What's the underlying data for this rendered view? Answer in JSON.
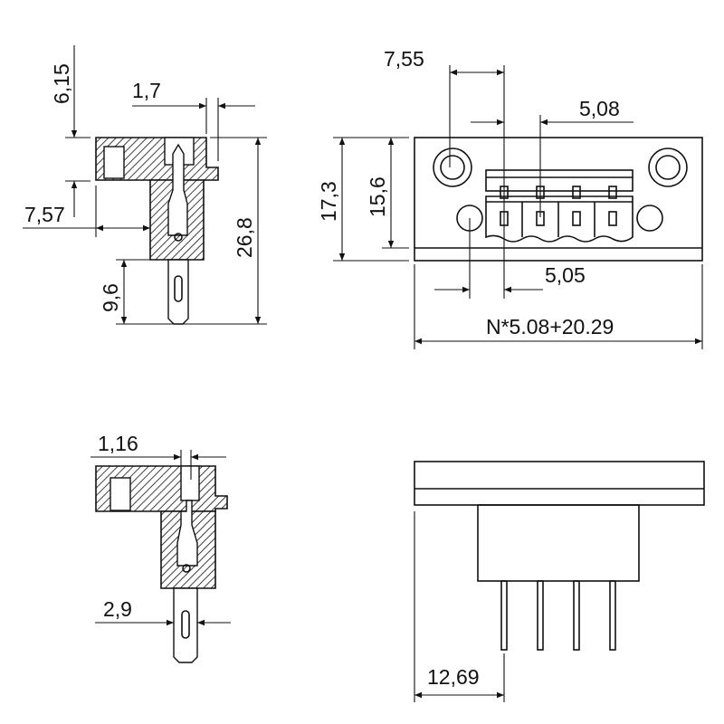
{
  "side_view": {
    "dim_top_height": "6,15",
    "dim_step_width": "1,7",
    "dim_offset": "7,57",
    "dim_total_height": "26,8",
    "dim_pin_length": "9,6"
  },
  "front_view": {
    "dim_hole_offset": "7,55",
    "dim_pitch": "5,08",
    "dim_height_outer": "17,3",
    "dim_height_inner": "15,6",
    "dim_pin_offset": "5,05",
    "dim_total_width": "N*5.08+20.29"
  },
  "section_view": {
    "dim_slot_width": "1,16",
    "dim_pin_width": "2,9"
  },
  "bottom_view": {
    "dim_first_pin": "12,69"
  }
}
